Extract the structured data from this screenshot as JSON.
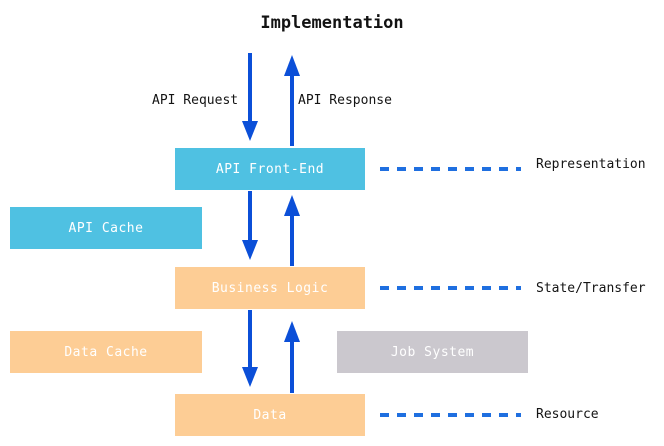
{
  "diagram": {
    "title": "Implementation",
    "colors": {
      "cyan": "#4fc1e2",
      "peach": "#fdcd95",
      "gray": "#cbc8ce",
      "arrow_blue": "#0b4fd8",
      "text_dark": "#141414",
      "box_text": "#ffffff",
      "background": "#ffffff"
    },
    "boxes": {
      "api_frontend": "API Front-End",
      "api_cache": "API Cache",
      "business_logic": "Business Logic",
      "data_cache": "Data Cache",
      "job_system": "Job System",
      "data": "Data"
    },
    "arrow_labels": {
      "api_request": "API Request",
      "api_response": "API Response"
    },
    "side_labels": {
      "representation": "Representation",
      "state_transfer": "State/Transfer",
      "resource": "Resource"
    }
  }
}
